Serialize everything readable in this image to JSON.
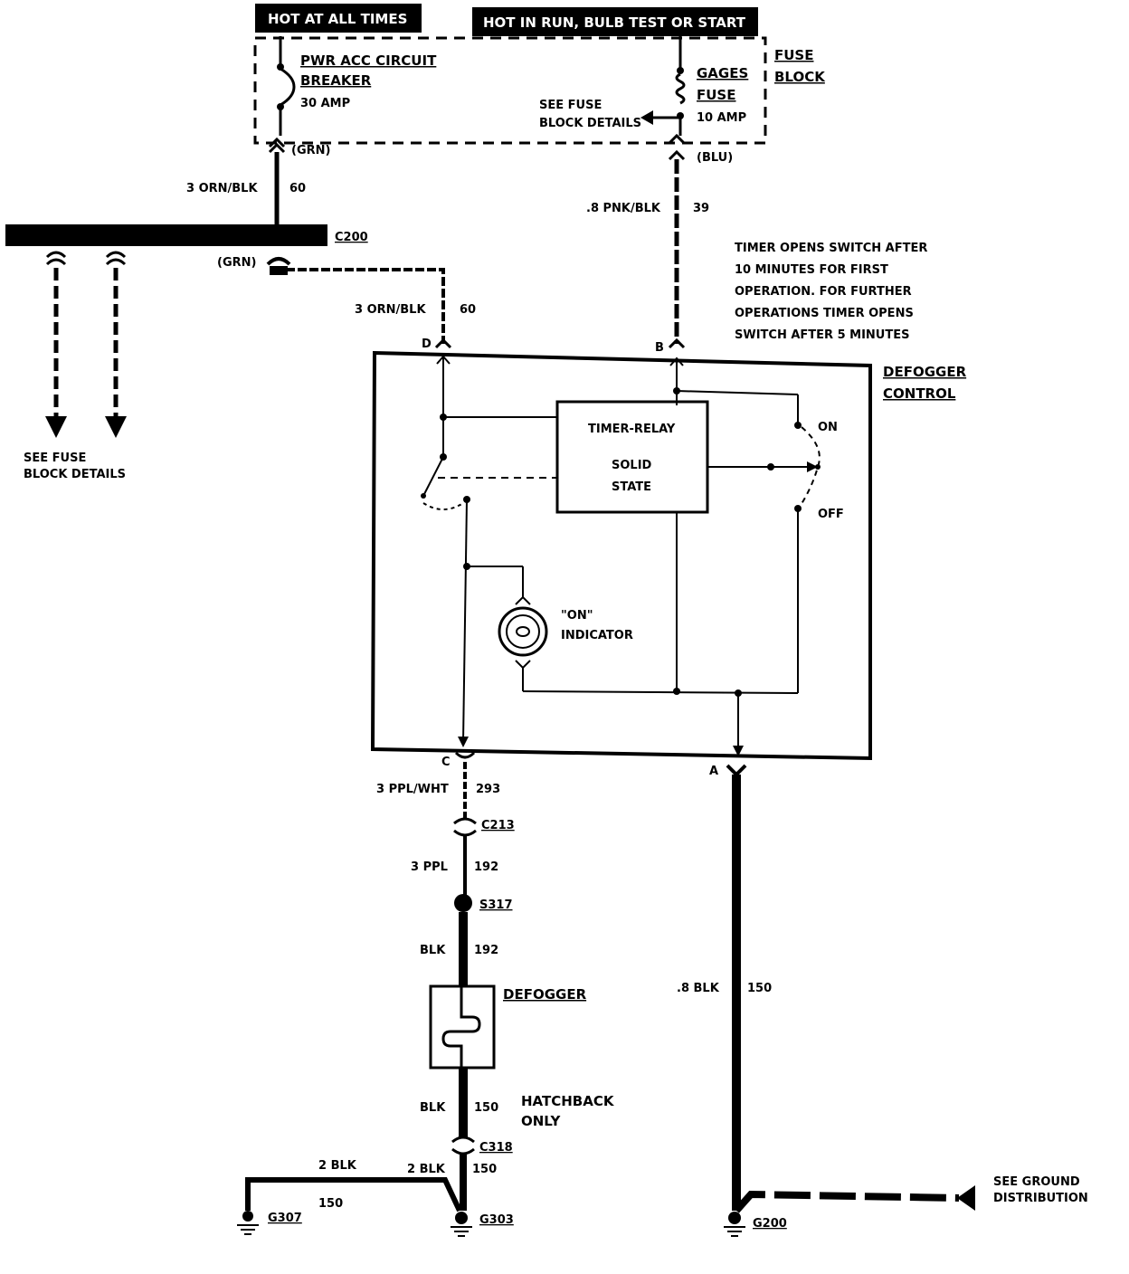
{
  "power_banners": {
    "hot_at_all_times": "HOT AT ALL TIMES",
    "hot_in_run": "HOT IN RUN, BULB TEST OR START"
  },
  "fuse_block": {
    "label_line1": "FUSE",
    "label_line2": "BLOCK",
    "breaker_line1": "PWR ACC CIRCUIT",
    "breaker_line2": "BREAKER",
    "breaker_rating": "30 AMP",
    "gages_line1": "GAGES",
    "gages_line2": "FUSE",
    "gages_rating": "10 AMP",
    "see_fuse_line1": "SEE FUSE",
    "see_fuse_line2": "BLOCK DETAILS",
    "grn_top": "(GRN)",
    "blu": "(BLU)"
  },
  "c200": {
    "connector": "C200",
    "grn": "(GRN)",
    "see_fuse_line1": "SEE FUSE",
    "see_fuse_line2": "BLOCK DETAILS"
  },
  "wires": {
    "w60_upper_gauge": "3 ORN/BLK",
    "w60_upper_num": "60",
    "w60_lower_gauge": "3 ORN/BLK",
    "w60_lower_num": "60",
    "w39_gauge": ".8 PNK/BLK",
    "w39_num": "39",
    "w293_gauge": "3 PPL/WHT",
    "w293_num": "293",
    "w192a_gauge": "3 PPL",
    "w192a_num": "192",
    "w192b_gauge": "BLK",
    "w192b_num": "192",
    "w150a_gauge": "BLK",
    "w150a_num": "150",
    "w150b_gauge": "2 BLK",
    "w150b_num": "150",
    "w150c_gauge": "2 BLK",
    "w150c_num": "150",
    "w150d_gauge": ".8 BLK",
    "w150d_num": "150"
  },
  "timer_note": [
    "TIMER OPENS SWITCH AFTER",
    "10 MINUTES FOR FIRST",
    "OPERATION.  FOR FURTHER",
    "OPERATIONS TIMER OPENS",
    "SWITCH AFTER 5 MINUTES"
  ],
  "defogger_control": {
    "label_line1": "DEFOGGER",
    "label_line2": "CONTROL",
    "pin_d": "D",
    "pin_b": "B",
    "pin_c": "C",
    "pin_a": "A",
    "timer_relay": "TIMER-RELAY",
    "solid": "SOLID",
    "state": "STATE",
    "on": "ON",
    "off": "OFF",
    "indicator_line1": "\"ON\"",
    "indicator_line2": "INDICATOR"
  },
  "connectors": {
    "c213": "C213",
    "s317": "S317",
    "c318": "C318"
  },
  "defogger": {
    "label": "DEFOGGER",
    "hatchback_line1": "HATCHBACK",
    "hatchback_line2": "ONLY"
  },
  "grounds": {
    "g307": "G307",
    "g303": "G303",
    "g200": "G200",
    "see_ground_line1": "SEE GROUND",
    "see_ground_line2": "DISTRIBUTION"
  }
}
